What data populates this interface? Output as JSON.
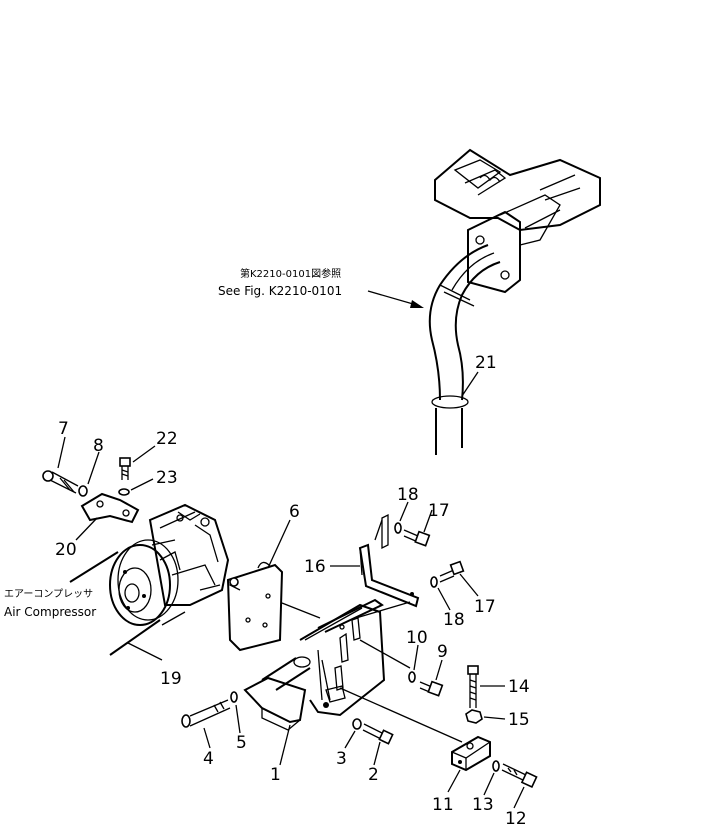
{
  "reference_note": {
    "jp": "第K2210-0101図参照",
    "en": "See Fig. K2210-0101"
  },
  "compressor_label": {
    "jp": "エアーコンプレッサ",
    "en": "Air Compressor"
  },
  "part_numbers": {
    "p1": "1",
    "p2": "2",
    "p3": "3",
    "p4": "4",
    "p5": "5",
    "p6": "6",
    "p7": "7",
    "p8": "8",
    "p9": "9",
    "p10": "10",
    "p11": "11",
    "p12": "12",
    "p13": "13",
    "p14": "14",
    "p15": "15",
    "p16": "16",
    "p17a": "17",
    "p17b": "17",
    "p18a": "18",
    "p18b": "18",
    "p19": "19",
    "p20": "20",
    "p21": "21",
    "p22": "22",
    "p23": "23"
  }
}
